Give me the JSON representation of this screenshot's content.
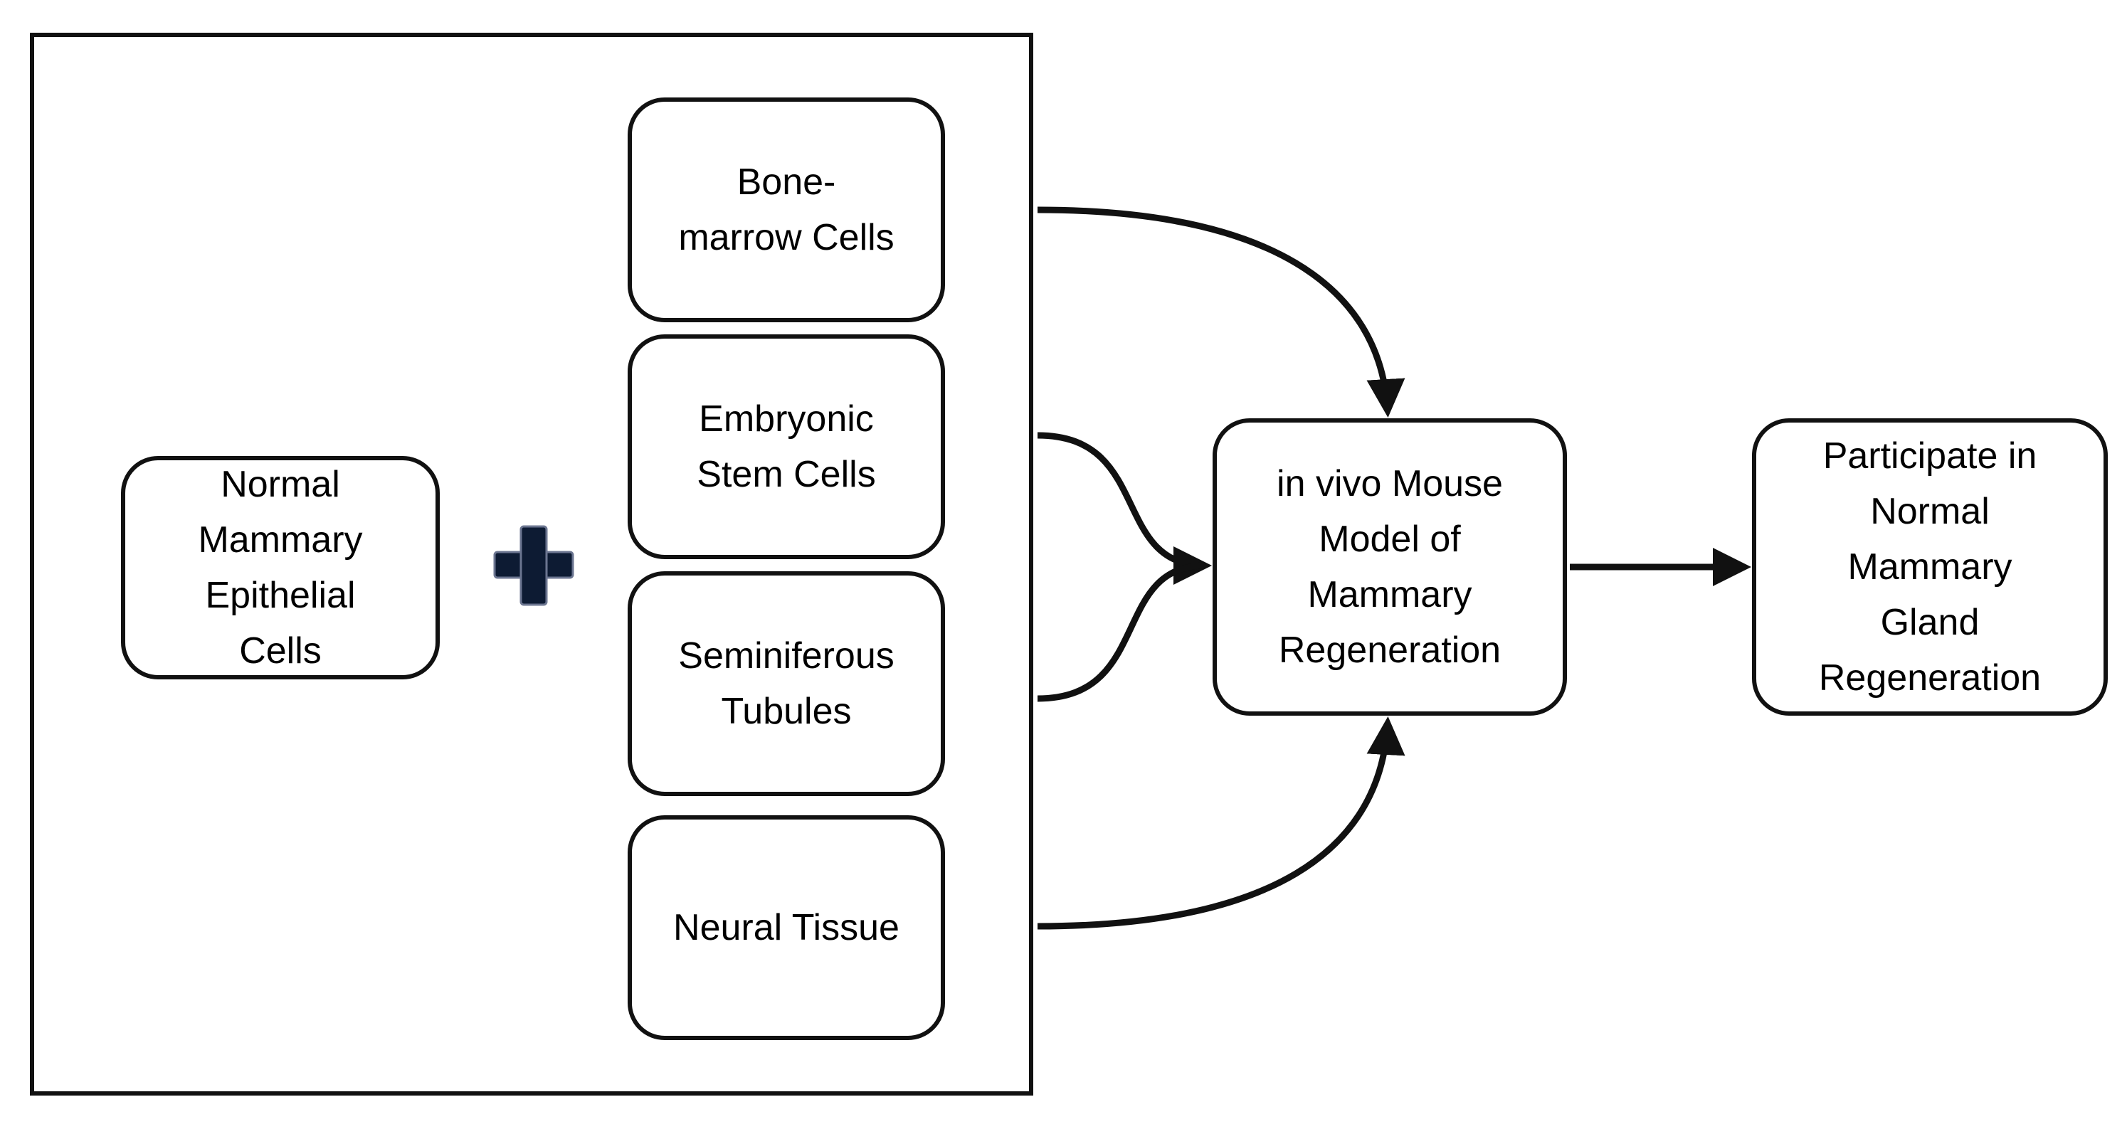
{
  "nodes": {
    "normal_cells": "Normal\nMammary\nEpithelial\nCells",
    "bone_marrow": "Bone-\nmarrow Cells",
    "embryonic": "Embryonic\nStem Cells",
    "seminiferous": "Seminiferous\nTubules",
    "neural": "Neural Tissue",
    "mouse_model": "in vivo Mouse\nModel of\nMammary\nRegeneration",
    "outcome": "Participate in\nNormal\nMammary\nGland\nRegeneration"
  },
  "plus_color": "#0d1b33"
}
